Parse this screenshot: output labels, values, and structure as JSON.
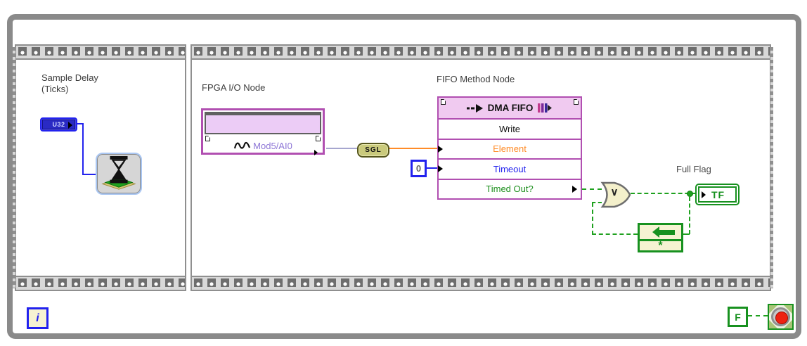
{
  "labels": {
    "sample_delay_1": "Sample Delay",
    "sample_delay_2": "(Ticks)",
    "fpga_node_title": "FPGA I/O Node",
    "fifo_node_title": "FIFO Method Node",
    "full_flag": "Full Flag"
  },
  "terminals": {
    "u32": "U32",
    "timeout_constant": "0",
    "tf": "TF",
    "iteration": "i",
    "stop_constant": "F"
  },
  "fpga_node": {
    "channel": "Mod5/AI0"
  },
  "conversion": {
    "label": "SGL"
  },
  "fifo_node": {
    "header": "DMA FIFO",
    "rows": [
      {
        "label": "Write"
      },
      {
        "label": "Element"
      },
      {
        "label": "Timeout"
      },
      {
        "label": "Timed Out?"
      }
    ]
  },
  "gates": {
    "or_symbol": "∨",
    "feedback_init": "*"
  },
  "colors": {
    "structure_gray": "#8a8a8a",
    "node_magenta": "#b14fb1",
    "wire_orange": "#ff8c28",
    "wire_blue": "#2222ee",
    "wire_green": "#1fa11f",
    "conversion_olive": "#caca7c",
    "stop_red": "#ee2211"
  }
}
